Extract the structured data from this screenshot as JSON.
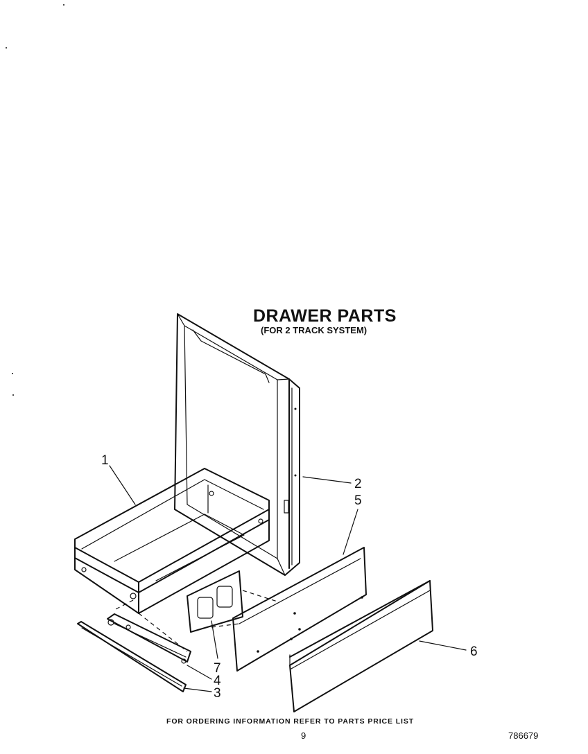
{
  "header": {
    "title": "DRAWER PARTS",
    "subtitle": "(FOR 2 TRACK SYSTEM)"
  },
  "callouts": [
    {
      "id": "1",
      "label": "1"
    },
    {
      "id": "2",
      "label": "2"
    },
    {
      "id": "3",
      "label": "3"
    },
    {
      "id": "4",
      "label": "4"
    },
    {
      "id": "5",
      "label": "5"
    },
    {
      "id": "6",
      "label": "6"
    },
    {
      "id": "7",
      "label": "7"
    }
  ],
  "footer": {
    "ordering_note": "FOR ORDERING INFORMATION REFER TO PARTS PRICE LIST",
    "page_number": "9",
    "document_number": "786679"
  }
}
